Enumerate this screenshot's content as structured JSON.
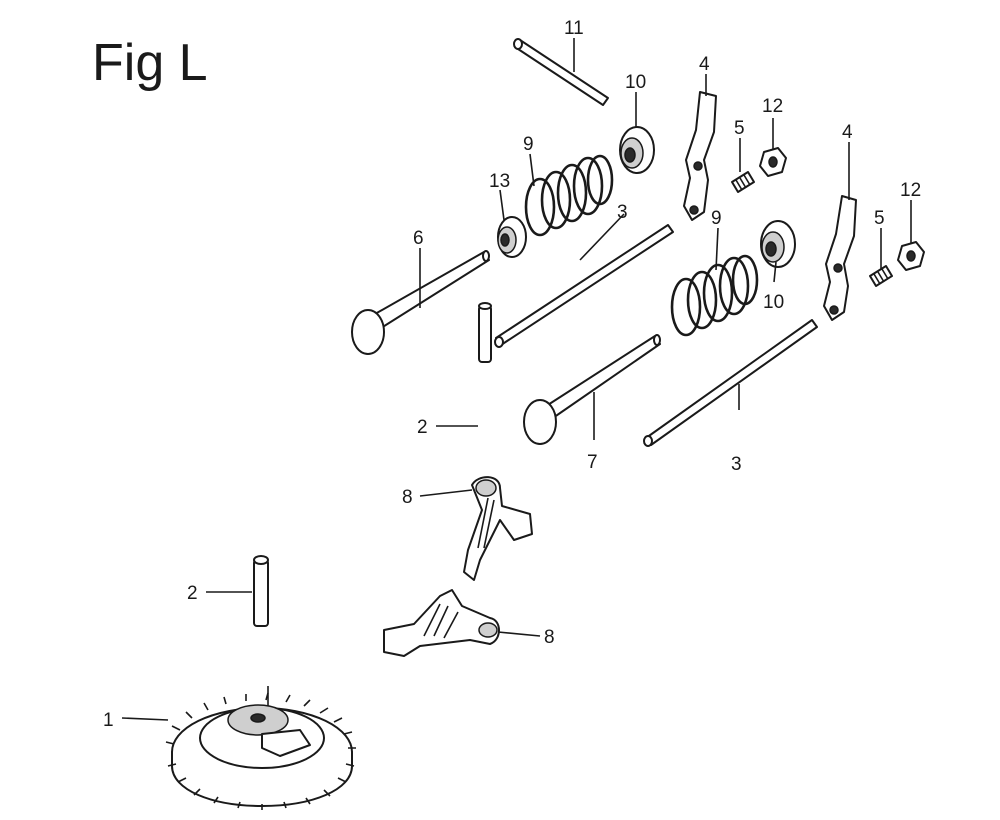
{
  "title": "Fig L",
  "callouts": [
    "1",
    "2",
    "2",
    "3",
    "3",
    "4",
    "4",
    "5",
    "5",
    "6",
    "7",
    "8",
    "8",
    "9",
    "9",
    "10",
    "10",
    "11",
    "12",
    "12",
    "13"
  ]
}
